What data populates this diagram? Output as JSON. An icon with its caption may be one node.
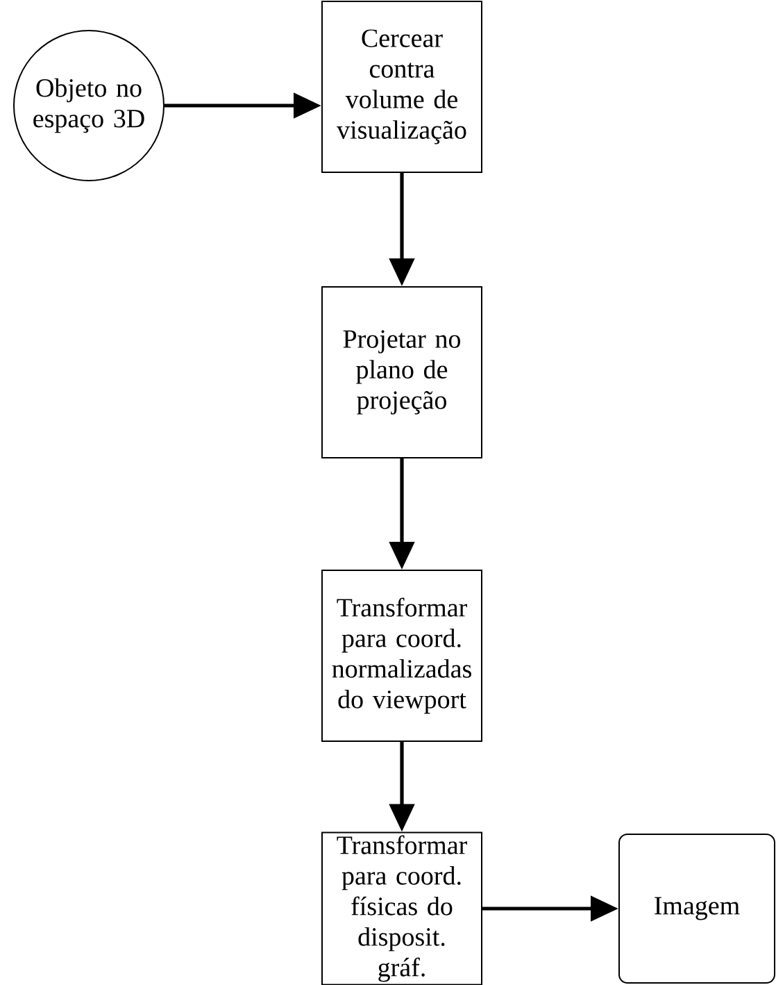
{
  "diagram": {
    "nodes": [
      {
        "text": [
          "Objeto no espaço 3D"
        ]
      },
      {
        "text": [
          "Cercear contra volume de visualização"
        ]
      },
      {
        "text": [
          "Projetar no plano de projeção"
        ]
      },
      {
        "text": [
          "Transformar para coord. normalizadas do viewport"
        ]
      },
      {
        "text": [
          "Transformar para coord. físicas do disposit. gráf."
        ]
      },
      {
        "text": [
          "Imagem"
        ]
      }
    ],
    "edges": [
      {
        "from": 0,
        "to": 1,
        "arrow": "to"
      },
      {
        "from": 1,
        "to": 2,
        "arrow": "to"
      },
      {
        "from": 2,
        "to": 3,
        "arrow": "to"
      },
      {
        "from": 3,
        "to": 4,
        "arrow": "to"
      },
      {
        "from": 4,
        "to": 5,
        "arrow": "to"
      }
    ]
  }
}
